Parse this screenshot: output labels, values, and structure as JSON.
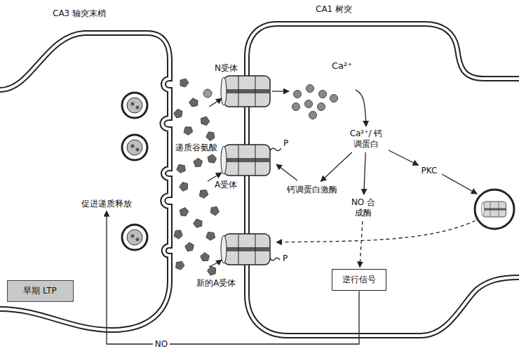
{
  "diagram": {
    "nodes": [
      {
        "text": [
          "Ca²⁺"
        ]
      },
      {
        "text": [
          "Ca²⁺/ 钙调蛋白"
        ]
      },
      {
        "text": [
          "钙调蛋白激酶"
        ]
      },
      {
        "text": [
          "PKC"
        ]
      },
      {
        "text": [
          "NO 合成酶"
        ]
      },
      {
        "text": [
          "促进递质释放"
        ]
      },
      {
        "text": [
          "逆行信号"
        ]
      },
      {
        "text": [
          "早期 LTP"
        ]
      }
    ],
    "edges": [
      {
        "from": 0,
        "to": 1,
        "arrow": "to"
      },
      {
        "from": 1,
        "to": 2,
        "arrow": "to"
      },
      {
        "from": 1,
        "to": 3,
        "arrow": "to"
      },
      {
        "from": 1,
        "to": 4,
        "arrow": "to"
      },
      {
        "from": 4,
        "to": 6,
        "arrow": "to"
      },
      {
        "from": 6,
        "to": 5,
        "label": "NO",
        "arrow": "to"
      }
    ],
    "labels": [
      "CA3 轴突末梢",
      "CA1 树突",
      "N受体",
      "递质谷氨酸",
      "P",
      "A受体",
      "P",
      "新的A受体"
    ]
  }
}
